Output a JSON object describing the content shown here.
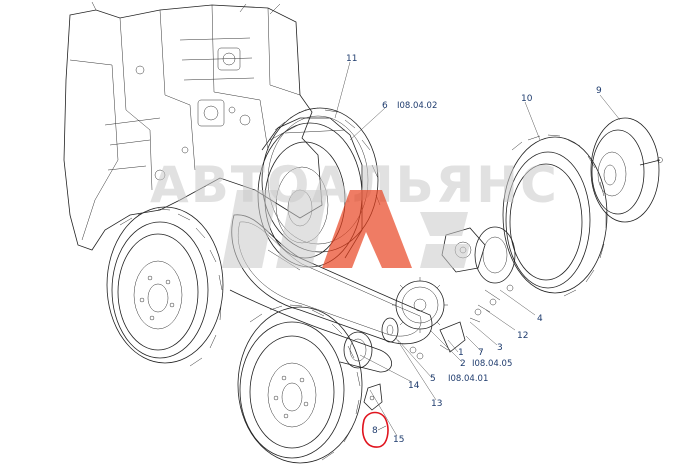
{
  "watermark": {
    "text": "АВТОАЛЬЯНС",
    "accent_color": "#e8401c"
  },
  "callouts": [
    {
      "id": "c11",
      "label": "11"
    },
    {
      "id": "c6",
      "label": "6"
    },
    {
      "id": "c10",
      "label": "10"
    },
    {
      "id": "c9",
      "label": "9"
    },
    {
      "id": "c4",
      "label": "4"
    },
    {
      "id": "c12",
      "label": "12"
    },
    {
      "id": "c3",
      "label": "3"
    },
    {
      "id": "c1",
      "label": "1"
    },
    {
      "id": "c7",
      "label": "7"
    },
    {
      "id": "c2",
      "label": "2"
    },
    {
      "id": "c5",
      "label": "5"
    },
    {
      "id": "c13",
      "label": "13"
    },
    {
      "id": "c14",
      "label": "14"
    },
    {
      "id": "c15",
      "label": "15"
    },
    {
      "id": "c8",
      "label": "8"
    }
  ],
  "references": {
    "r1": "I08.04.02",
    "r2": "I08.04.05",
    "r3": "I08.04.01"
  },
  "highlight": {
    "color": "#e0141e",
    "target": "8"
  }
}
